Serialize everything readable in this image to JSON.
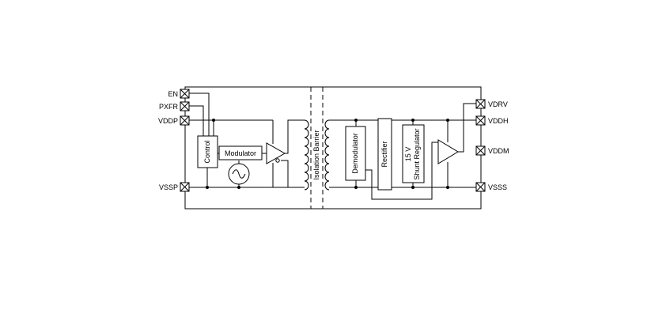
{
  "pins": {
    "left": [
      "EN",
      "PXFR",
      "VDDP",
      "VSSP"
    ],
    "right": [
      "VDRV",
      "VDDH",
      "VDDM",
      "VSSS"
    ]
  },
  "blocks": {
    "control": "Control",
    "modulator": "Modulator",
    "barrier": "Isolation Barrier",
    "demodulator": "Demodulator",
    "rectifier": "Rectifier",
    "regulator_line1": "15 V",
    "regulator_line2": "Shunt Regulator"
  }
}
